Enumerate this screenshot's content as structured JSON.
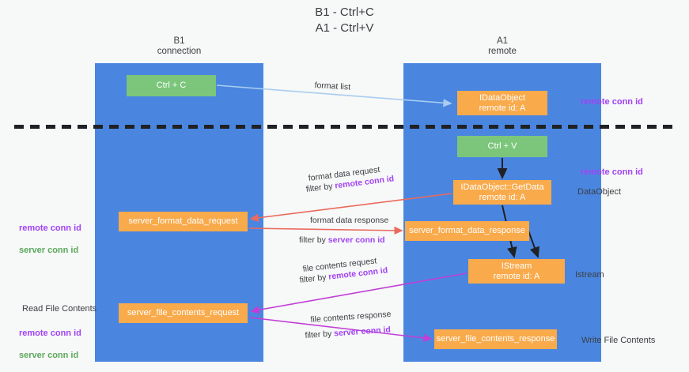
{
  "title": "B1 - Ctrl+C\nA1 - Ctrl+V",
  "lanes": {
    "left": {
      "head": "B1\nconnection",
      "color": "#4a86e0"
    },
    "right": {
      "head": "A1\nremote",
      "color": "#4a86e0"
    }
  },
  "nodes": {
    "ctrl_c": "Ctrl + C",
    "idataobject": "IDataObject\nremote id: A",
    "ctrl_v": "Ctrl + V",
    "getdata": "IDataObject::GetData\nremote id: A",
    "sfd_request": "server_format_data_request",
    "sfd_response": "server_format_data_response",
    "istream": "IStream\nremote id: A",
    "sfc_request": "server_file_contents_request",
    "sfc_response": "server_file_contents_response"
  },
  "side_labels": {
    "remote_conn_id_top": "remote conn id",
    "remote_conn_id_mid": "remote conn id",
    "dataobject": "DataObject",
    "istream": "Istream",
    "write_file_contents": "Write File Contents",
    "read_file_contents": "Read File Contents",
    "remote_conn_id": "remote conn id",
    "server_conn_id": "server conn id"
  },
  "edges": {
    "format_list": "format list",
    "format_data_request": "format data request",
    "filter_by_remote_1": "filter by ",
    "format_data_response": "format data response",
    "filter_by_server_1": "filter by ",
    "file_contents_request": "file contents request",
    "filter_by_remote_2": "filter by ",
    "file_contents_response": "file contents response",
    "filter_by_server_2": "filter by ",
    "remote_conn_id": "remote conn id",
    "server_conn_id": "server conn id"
  },
  "colors": {
    "lane": "#4a86e0",
    "green_node": "#7bc67b",
    "orange_node": "#f9aa4b",
    "purple_text": "#a142f4",
    "green_text": "#5ba85b",
    "red_arrow": "#ea6a5e",
    "magenta_arrow": "#c13fd6",
    "blue_arrow": "#a9cdf0",
    "black_arrow": "#202124",
    "background": "#f7f8f8"
  }
}
